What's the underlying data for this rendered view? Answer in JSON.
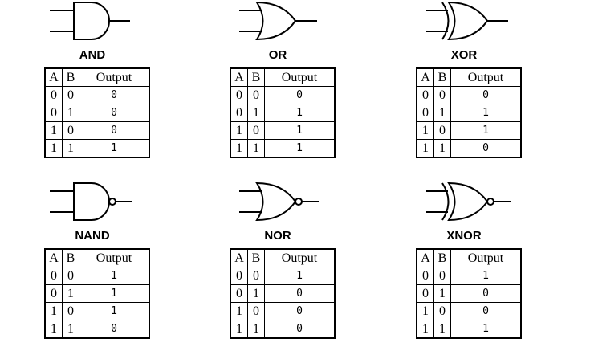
{
  "headers": {
    "a": "A",
    "b": "B",
    "output": "Output"
  },
  "gates": [
    {
      "name": "AND",
      "rows": [
        [
          "0",
          "0",
          "0"
        ],
        [
          "0",
          "1",
          "0"
        ],
        [
          "1",
          "0",
          "0"
        ],
        [
          "1",
          "1",
          "1"
        ]
      ]
    },
    {
      "name": "OR",
      "rows": [
        [
          "0",
          "0",
          "0"
        ],
        [
          "0",
          "1",
          "1"
        ],
        [
          "1",
          "0",
          "1"
        ],
        [
          "1",
          "1",
          "1"
        ]
      ]
    },
    {
      "name": "XOR",
      "rows": [
        [
          "0",
          "0",
          "0"
        ],
        [
          "0",
          "1",
          "1"
        ],
        [
          "1",
          "0",
          "1"
        ],
        [
          "1",
          "1",
          "0"
        ]
      ]
    },
    {
      "name": "NAND",
      "rows": [
        [
          "0",
          "0",
          "1"
        ],
        [
          "0",
          "1",
          "1"
        ],
        [
          "1",
          "0",
          "1"
        ],
        [
          "1",
          "1",
          "0"
        ]
      ]
    },
    {
      "name": "NOR",
      "rows": [
        [
          "0",
          "0",
          "1"
        ],
        [
          "0",
          "1",
          "0"
        ],
        [
          "1",
          "0",
          "0"
        ],
        [
          "1",
          "1",
          "0"
        ]
      ]
    },
    {
      "name": "XNOR",
      "rows": [
        [
          "0",
          "0",
          "1"
        ],
        [
          "0",
          "1",
          "0"
        ],
        [
          "1",
          "0",
          "0"
        ],
        [
          "1",
          "1",
          "1"
        ]
      ]
    }
  ]
}
